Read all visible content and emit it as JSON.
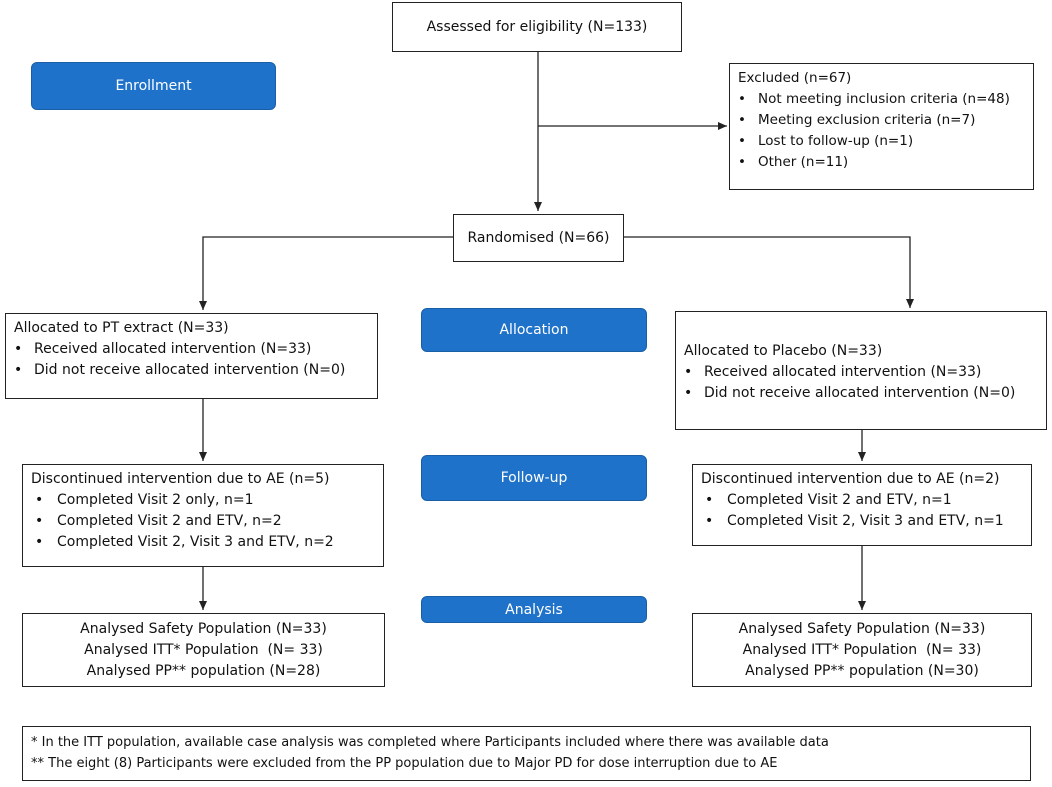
{
  "enrollment": {
    "stage_label": "Enrollment",
    "assessed": "Assessed for eligibility (N=133)",
    "excluded": {
      "title": "Excluded (n=67)",
      "bullet": "•",
      "items": [
        "Not meeting inclusion criteria (n=48)",
        "Meeting exclusion criteria (n=7)",
        "Lost to follow-up (n=1)",
        "Other (n=11)"
      ]
    },
    "randomised": "Randomised (N=66)"
  },
  "allocation": {
    "stage_label": "Allocation",
    "bullet": "•",
    "left": {
      "title": "Allocated to PT extract (N=33)",
      "items": [
        "Received allocated intervention (N=33)",
        "Did not receive allocated intervention (N=0)"
      ]
    },
    "right": {
      "title": "Allocated to Placebo (N=33)",
      "items": [
        "Received allocated intervention (N=33)",
        "Did not receive allocated intervention (N=0)"
      ]
    }
  },
  "followup": {
    "stage_label": "Follow-up",
    "bullet": "•",
    "left": {
      "title": "Discontinued intervention due to AE (n=5)",
      "items": [
        "Completed Visit 2 only, n=1",
        "Completed Visit 2 and ETV, n=2",
        "Completed Visit 2, Visit 3 and ETV, n=2"
      ]
    },
    "right": {
      "title": "Discontinued intervention due to AE (n=2)",
      "items": [
        "Completed Visit 2 and ETV, n=1",
        "Completed Visit 2, Visit 3 and ETV, n=1"
      ]
    }
  },
  "analysis": {
    "stage_label": "Analysis",
    "left": [
      "Analysed Safety Population (N=33)",
      "Analysed ITT* Population  (N= 33)",
      "Analysed PP** population (N=28)"
    ],
    "right": [
      "Analysed Safety Population (N=33)",
      "Analysed ITT* Population  (N= 33)",
      "Analysed PP** population (N=30)"
    ]
  },
  "footnotes": [
    "* In the ITT population, available case analysis was completed where Participants included where there was available data",
    "** The eight (8) Participants were excluded from the PP population due to Major PD for dose interruption due to AE"
  ],
  "colors": {
    "stage_fill": "#1f72c9",
    "line": "#222222"
  }
}
